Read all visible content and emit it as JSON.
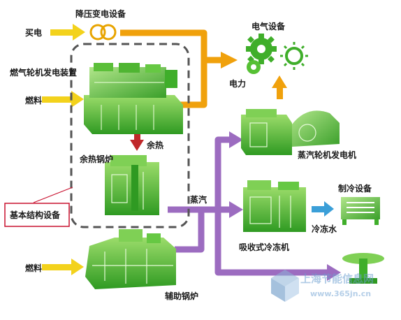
{
  "labels": {
    "buy_power": "买电",
    "transformer": "降压变电设备",
    "electrical_equipment": "电气设备",
    "gas_turbine_unit": "燃气轮机发电装置",
    "fuel_top": "燃料",
    "power": "电力",
    "waste_heat": "余热",
    "waste_heat_boiler": "余热锅炉",
    "basic_structure": "基本结构设备",
    "steam": "蒸汽",
    "steam_turbine_generator": "蒸汽轮机发电机",
    "refrigeration_equipment": "制冷设备",
    "chilled_water": "冷冻水",
    "absorption_chiller": "吸收式冷冻机",
    "fuel_bottom": "燃料",
    "auxiliary_boiler": "辅助锅炉"
  },
  "watermark": {
    "cn": "上海节能信息网",
    "url": "www.365jn.cn"
  },
  "colors": {
    "equipment_green": "#3fae2a",
    "equipment_light": "#8fd35f",
    "electric_arrow": "#f0a10c",
    "fuel_arrow": "#f3d21c",
    "heat_arrow": "#c0282a",
    "steam_arrow": "#9c6cc0",
    "chilled_arrow": "#3b9fd8",
    "callout_border": "#c8102e",
    "dashed_box": "#555555"
  },
  "icons": [
    "transformer-icon",
    "gear-icon",
    "lightbulb-icon",
    "gas-turbine-unit",
    "waste-heat-boiler-unit",
    "steam-turbine-unit",
    "absorption-chiller-unit",
    "auxiliary-boiler-unit",
    "cooling-unit",
    "fan-unit"
  ]
}
